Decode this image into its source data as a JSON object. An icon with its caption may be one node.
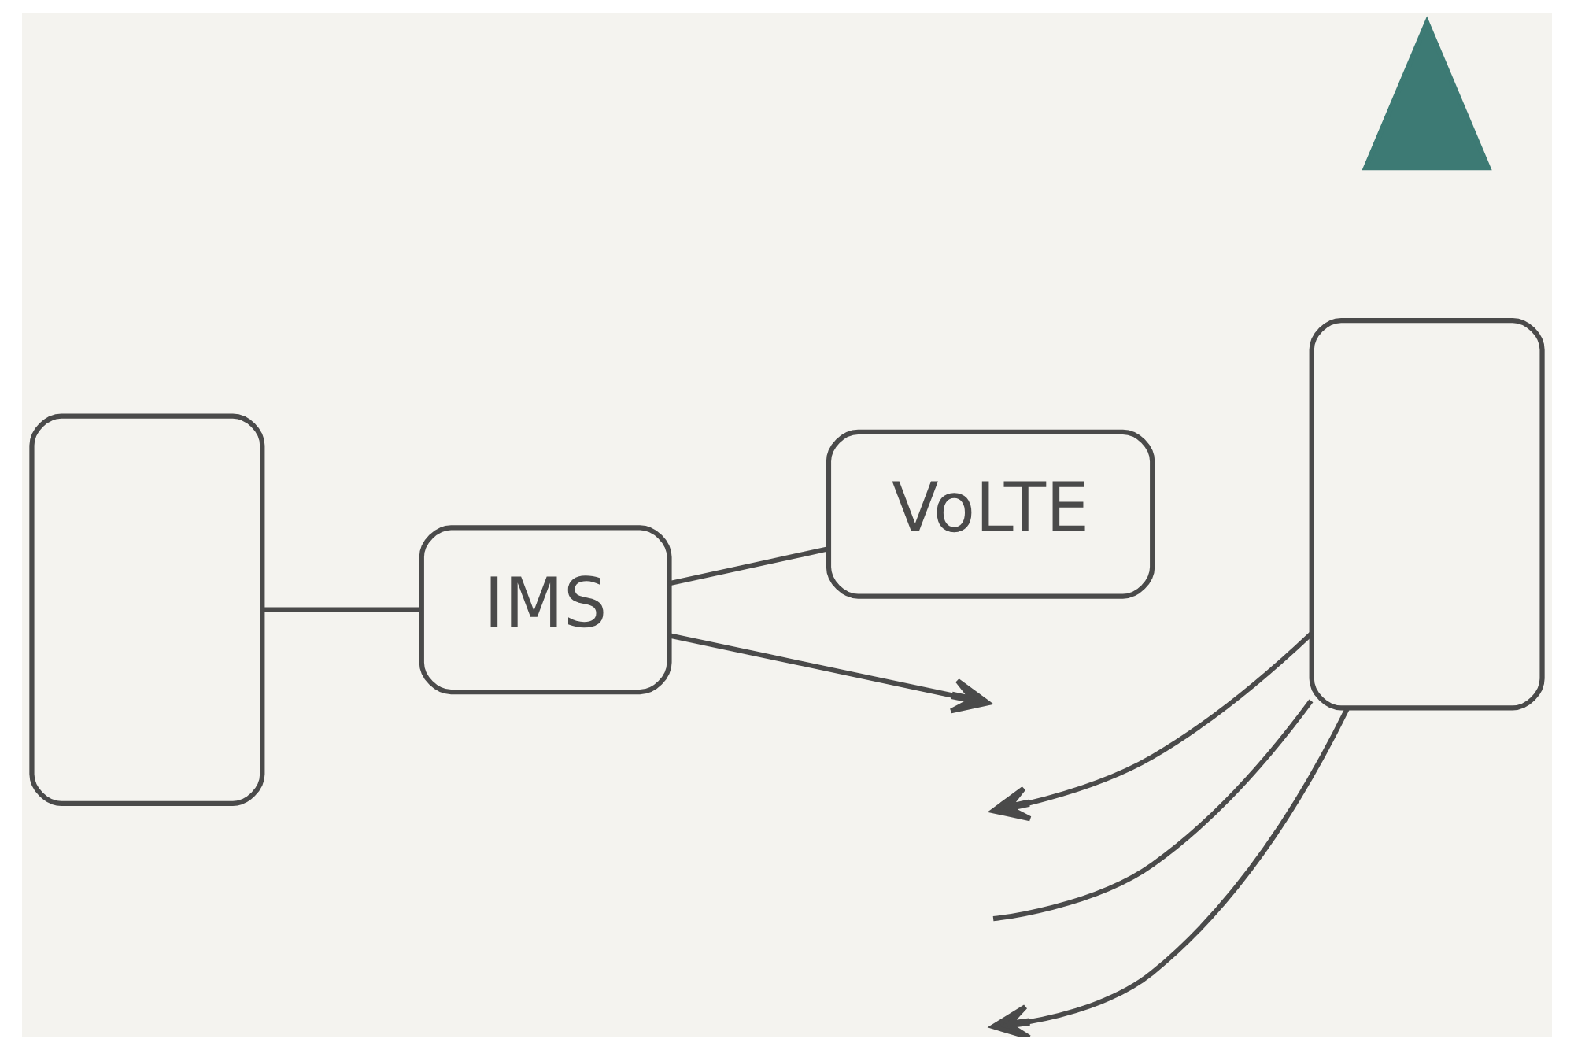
{
  "diagram": {
    "nodes": [
      {
        "text": [],
        "shape": "phone"
      },
      {
        "text": [
          "IMS"
        ]
      },
      {
        "text": [
          "VoLTE"
        ]
      },
      {
        "text": [],
        "shape": "tower"
      },
      {
        "text": [],
        "shape": "phone"
      }
    ],
    "edges": [
      {
        "from": 0,
        "to": 1,
        "arrow": "none"
      },
      {
        "from": 1,
        "to": 2,
        "arrow": "none"
      },
      {
        "from": 1,
        "to": null,
        "arrow": "to"
      },
      {
        "from": 4,
        "to": null,
        "arrow": "to"
      },
      {
        "from": 4,
        "to": null,
        "arrow": "none"
      },
      {
        "from": 4,
        "to": null,
        "arrow": "to"
      }
    ]
  }
}
